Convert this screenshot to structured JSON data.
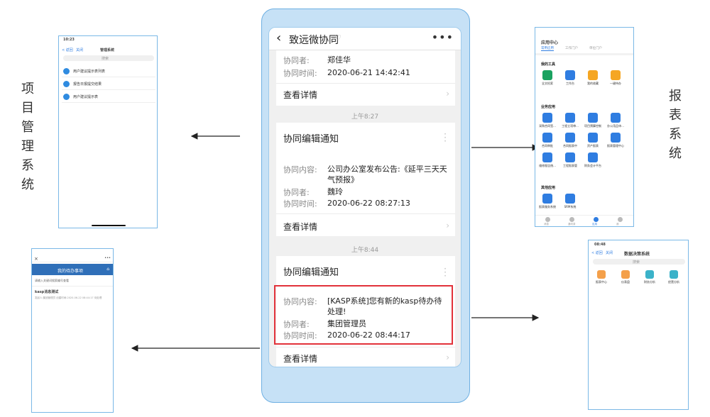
{
  "center": {
    "nav_title": "致远微协同",
    "card0": {
      "rows": [
        {
          "label": "协同者:",
          "value": "郑佳华"
        },
        {
          "label": "协同时间:",
          "value": "2020-06-21 14:42:41"
        }
      ],
      "detail": "查看详情"
    },
    "sep1": "上午8:27",
    "card1": {
      "title": "协同编辑通知",
      "rows": [
        {
          "label": "协同内容:",
          "value": "公司办公室发布公告:《延平三天天气预报》"
        },
        {
          "label": "协同者:",
          "value": "魏玲"
        },
        {
          "label": "协同时间:",
          "value": "2020-06-22 08:27:13"
        }
      ],
      "detail": "查看详情"
    },
    "sep2": "上午8:44",
    "card2": {
      "title": "协同编辑通知",
      "rows": [
        {
          "label": "协同内容:",
          "value": "[KASP系统]您有新的kasp待办待处理!"
        },
        {
          "label": "协同者:",
          "value": "集团管理员"
        },
        {
          "label": "协同时间:",
          "value": "2020-06-22 08:44:17"
        }
      ],
      "detail": "查看详情"
    }
  },
  "labels": {
    "project": "项目管理系统",
    "report": "报表系统"
  },
  "left_top_phone": {
    "time": "10:23",
    "back": "< 返回",
    "close": "关闭",
    "title": "管理系统",
    "search": "搜索",
    "items": [
      "用户建议提示表列表",
      "报告日报提交结果",
      "用户建议提示表"
    ]
  },
  "left_bottom_phone": {
    "title": "我的待办事项",
    "subtitle": "请输入关键词搜索编号查看",
    "item_title": "kasp消息测试",
    "item_desc": "发起人:集团管理员 创建时间:2020-06-22 08:44:17 待处理"
  },
  "right_top_phone": {
    "title": "应用中心",
    "tabs": [
      "常用应用",
      "工作门户",
      "单位门户"
    ],
    "section_tools": "我的工具",
    "tools": [
      "全文检索",
      "工作台",
      "我的收藏",
      "一键待办"
    ],
    "section_business": "业务应用",
    "business": [
      "采购合同签...",
      "工程立项审...",
      "项目预算控制",
      "办公用品申...",
      "合同审批",
      "合同报表中",
      "资产报表",
      "报表管理中心",
      "维修报告统...",
      "工程报表管",
      "财务会计平台"
    ],
    "section_other": "其他应用",
    "other": [
      "报表服务系统",
      "SRM系统"
    ],
    "bottom": [
      "消息",
      "通讯录",
      "应用",
      "我"
    ]
  },
  "right_bottom_phone": {
    "time": "08:48",
    "back": "< 返回",
    "close": "关闭",
    "title": "数据决策系统",
    "search": "搜索",
    "apps": [
      "报表中心",
      "仪表盘",
      "财务分析",
      "经营分析"
    ]
  },
  "colors": {
    "frame": "#c6e1f6",
    "accent": "#2f7de1",
    "highlight": "#e2323a"
  }
}
